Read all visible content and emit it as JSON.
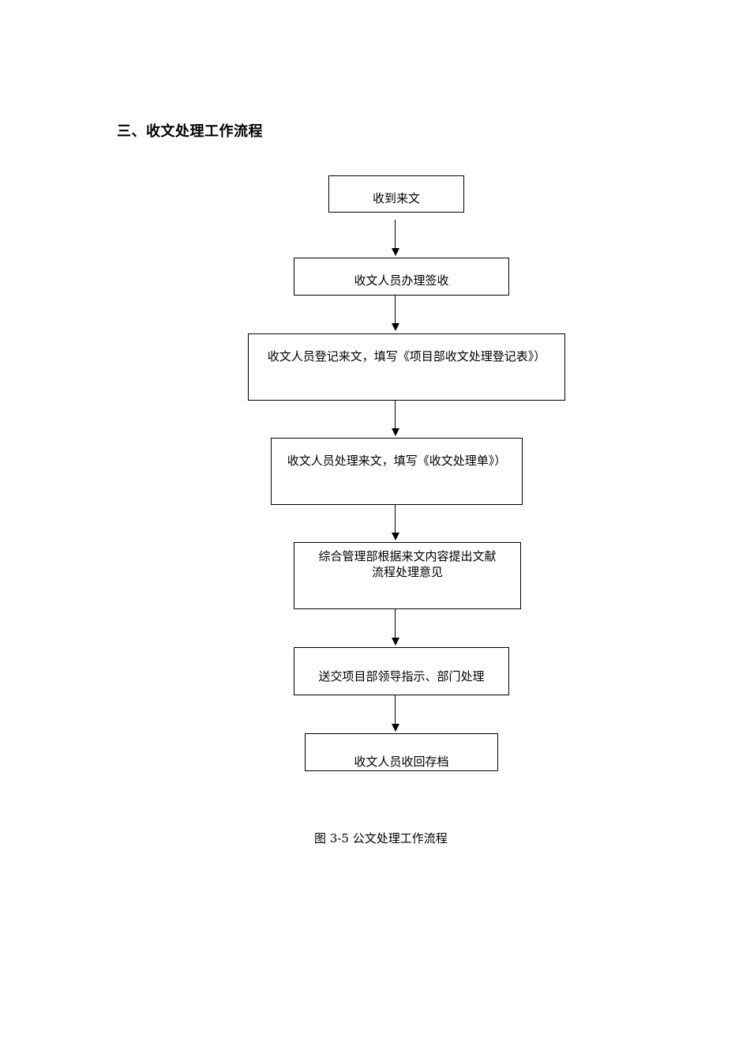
{
  "heading": "三、收文处理工作流程",
  "steps": [
    {
      "line1": "收到来文",
      "line2": ""
    },
    {
      "line1": "收文人员办理签收",
      "line2": ""
    },
    {
      "line1": "收文人员登记来文，填写《项目部收文处理登记表》）",
      "line2": ""
    },
    {
      "line1": "收文人员处理来文，填写《收文处理单》）",
      "line2": ""
    },
    {
      "line1": "综合管理部根据来文内容提出文献",
      "line2": "流程处理意见"
    },
    {
      "line1": "送交项目部领导指示、部门处理",
      "line2": ""
    },
    {
      "line1": "收文人员收回存档",
      "line2": ""
    }
  ],
  "caption": "图 3-5  公文处理工作流程"
}
